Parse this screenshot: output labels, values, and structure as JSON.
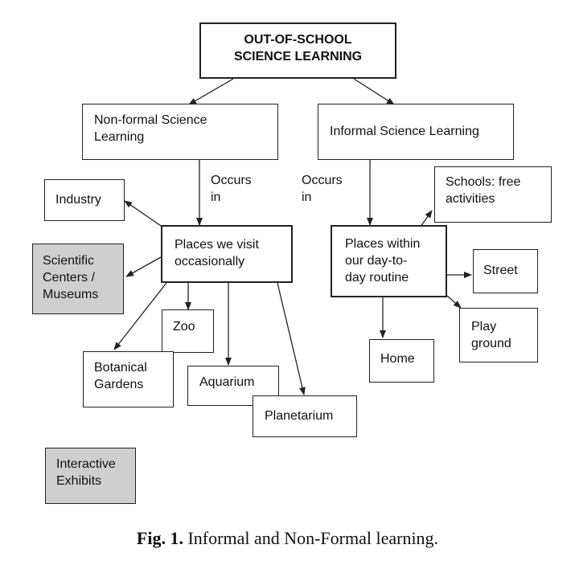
{
  "title": "OUT-OF-SCHOOL\nSCIENCE LEARNING",
  "nonformal": "Non-formal Science\nLearning",
  "informal": "Informal Science Learning",
  "occurs_left": "Occurs\nin",
  "occurs_right": "Occurs\nin",
  "places_visit": "Places we visit\noccasionally",
  "places_routine": "Places within\nour day-to-\nday routine",
  "industry": "Industry",
  "sci_centers": "Scientific\nCenters /\nMuseums",
  "zoo": "Zoo",
  "botanical": "Botanical\nGardens",
  "aquarium": "Aquarium",
  "planetarium": "Planetarium",
  "interactive": "Interactive\nExhibits",
  "schools": "Schools: free\nactivities",
  "street": "Street",
  "playground": "Play\nground",
  "home": "Home",
  "caption_label": "Fig. 1.",
  "caption_text": "Informal and Non-Formal learning."
}
